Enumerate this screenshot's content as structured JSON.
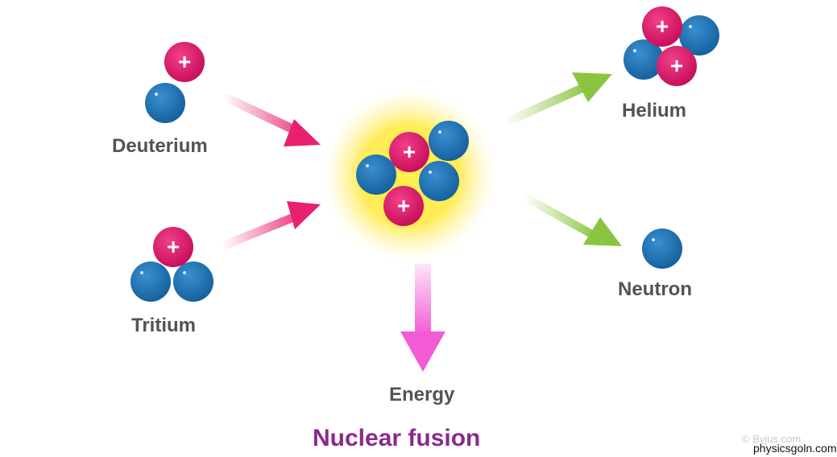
{
  "diagram": {
    "title": "Nuclear fusion",
    "labels": {
      "deuterium": "Deuterium",
      "tritium": "Tritium",
      "helium": "Helium",
      "neutron": "Neutron",
      "energy": "Energy"
    },
    "proton_symbol": "+",
    "watermark": "© Byjus.com",
    "source_credit": "physicsgoln.com"
  },
  "colors": {
    "proton": "#e5176f",
    "neutron": "#1f76b5",
    "glow": "#ffe83a",
    "input_arrow": "#e8206f",
    "output_arrow": "#8bc53f",
    "energy_arrow": "#f25ad6",
    "title": "#8a2a8a",
    "label": "#505459"
  }
}
